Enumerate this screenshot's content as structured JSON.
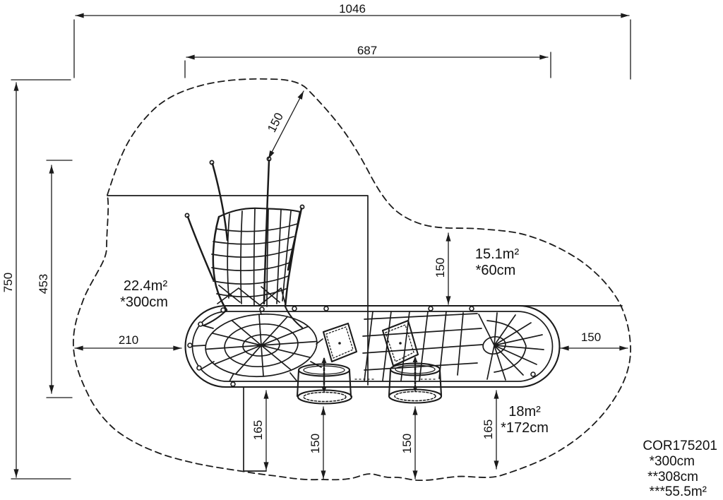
{
  "product_block": {
    "code": "COR175201",
    "footnote1": "*300cm",
    "footnote2": "**308cm",
    "footnote3": "***55.5m²"
  },
  "zones": {
    "left": {
      "area": "22.4m²",
      "height": "*300cm"
    },
    "upper_right": {
      "area": "15.1m²",
      "height": "*60cm"
    },
    "lower_right": {
      "area": "18m²",
      "height": "*172cm"
    }
  },
  "dims": {
    "overall_width": "1046",
    "upper_width": "687",
    "overall_depth": "750",
    "left_depth": "453",
    "left_clearance": "210",
    "right_clearance": "150",
    "upper_right_clearance": "150",
    "mast_clearance": "150",
    "bottom_left_clearance": "165",
    "disc_left_clearance": "150",
    "disc_right_clearance": "150",
    "bottom_right_clearance": "165"
  }
}
